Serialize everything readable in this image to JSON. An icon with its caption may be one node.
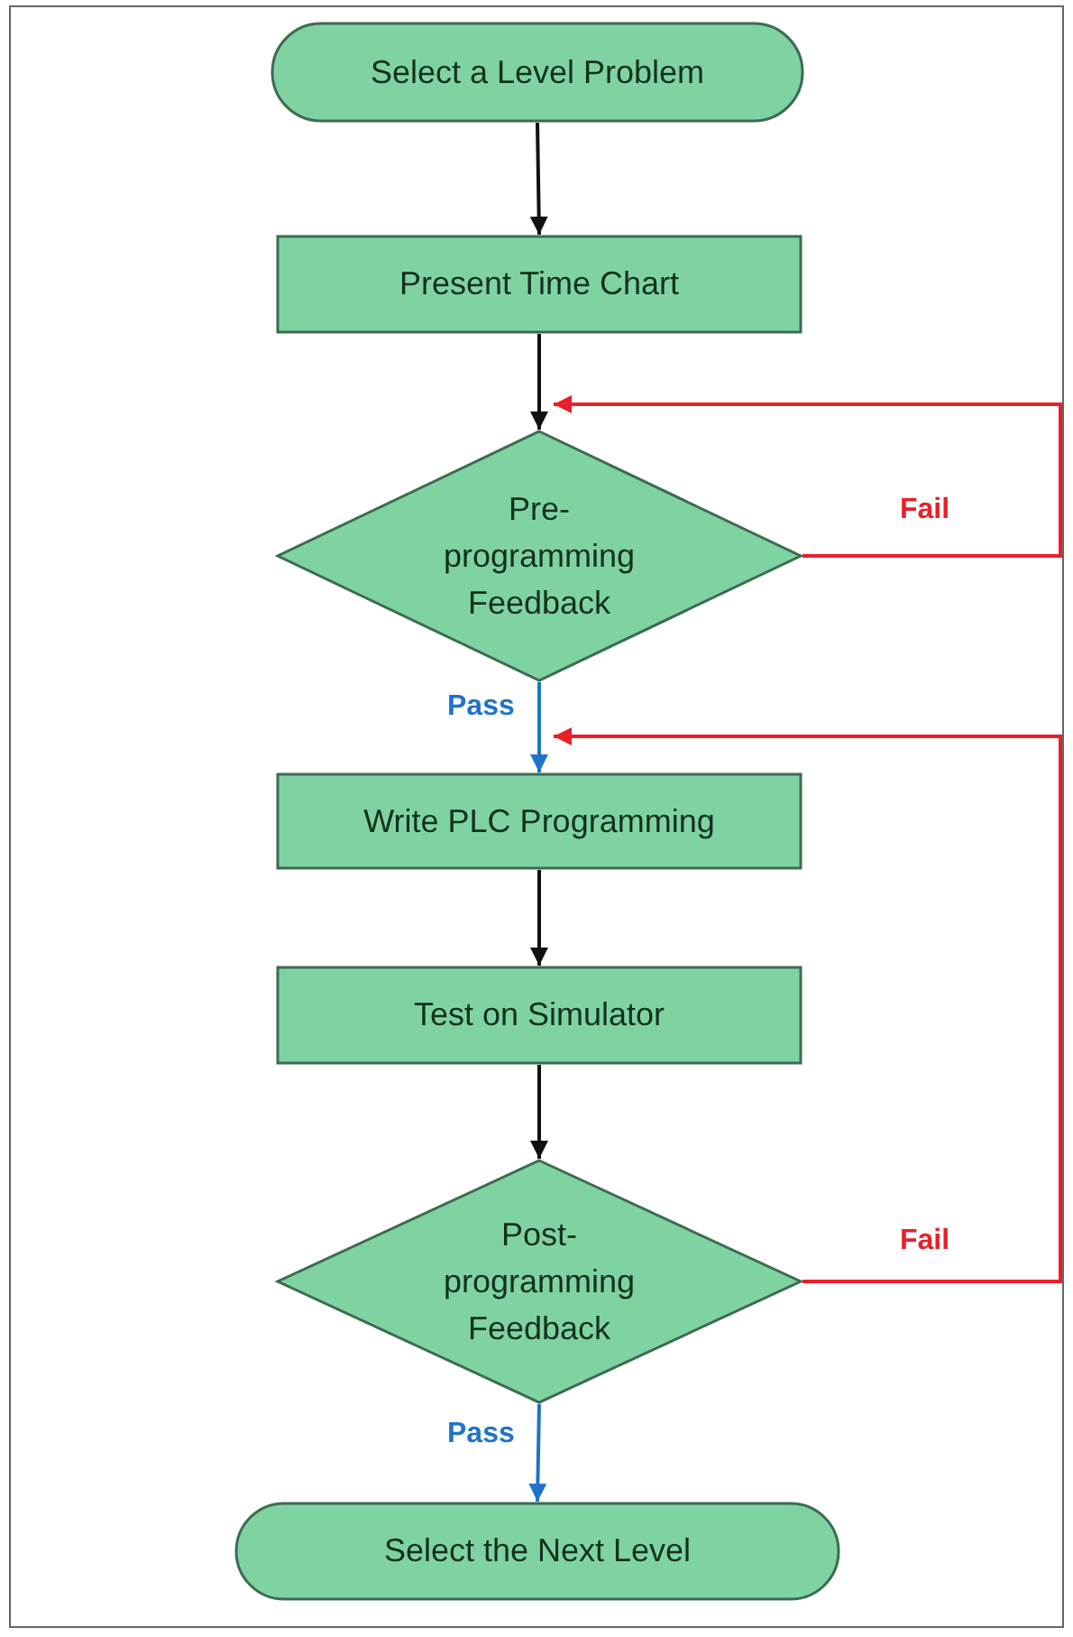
{
  "diagram": {
    "nodes": [
      {
        "text": [
          "Select a Level Problem"
        ]
      },
      {
        "text": [
          "Present Time Chart"
        ]
      },
      {
        "text": [
          "Pre-programming Feedback"
        ]
      },
      {
        "text": [
          "Write PLC Programming"
        ]
      },
      {
        "text": [
          "Test on Simulator"
        ]
      },
      {
        "text": [
          "Post-programming Feedback"
        ]
      },
      {
        "text": [
          "Select the Next Level"
        ]
      }
    ],
    "edges": [
      {
        "from": 0,
        "to": 1,
        "arrow": "to"
      },
      {
        "from": 1,
        "to": 2,
        "arrow": "to"
      },
      {
        "from": 2,
        "to": 3,
        "arrow": "to",
        "label": "Pass",
        "color": "#1f73c9"
      },
      {
        "from": 3,
        "to": 4,
        "arrow": "to"
      },
      {
        "from": 4,
        "to": 5,
        "arrow": "to"
      },
      {
        "from": 5,
        "to": 6,
        "arrow": "to",
        "label": "Pass",
        "color": "#1f73c9"
      },
      {
        "from": 2,
        "to": 2,
        "arrow": "to",
        "label": "Fail",
        "color": "#e8202a"
      },
      {
        "from": 5,
        "to": 3,
        "arrow": "to",
        "label": "Fail",
        "color": "#e8202a"
      }
    ]
  }
}
